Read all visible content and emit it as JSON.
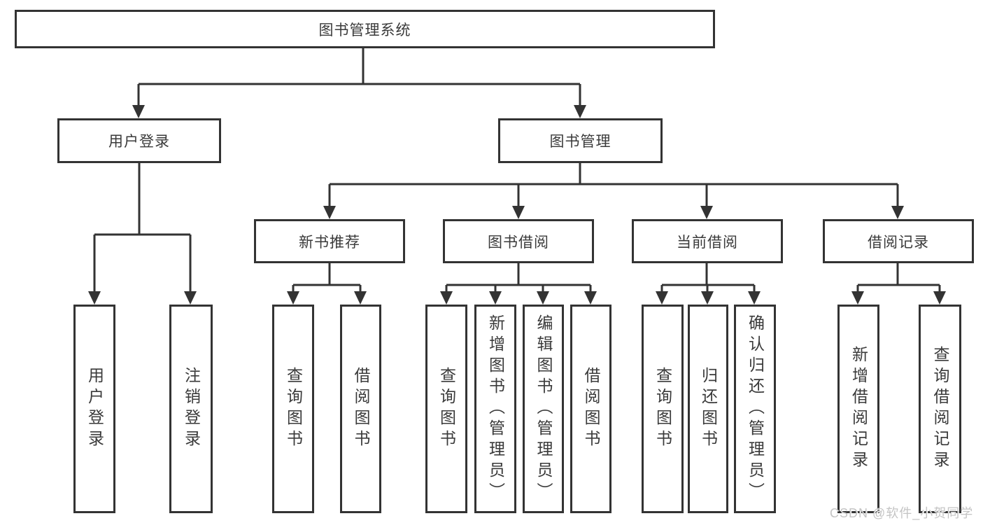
{
  "tree": {
    "label": "图书管理系统",
    "children": [
      {
        "label": "用户登录",
        "children": [
          {
            "label": "用户登录"
          },
          {
            "label": "注销登录"
          }
        ]
      },
      {
        "label": "图书管理",
        "children": [
          {
            "label": "新书推荐",
            "children": [
              {
                "label": "查询图书"
              },
              {
                "label": "借阅图书"
              }
            ]
          },
          {
            "label": "图书借阅",
            "children": [
              {
                "label": "查询图书"
              },
              {
                "label": "新增图书（管理员）"
              },
              {
                "label": "编辑图书（管理员）"
              },
              {
                "label": "借阅图书"
              }
            ]
          },
          {
            "label": "当前借阅",
            "children": [
              {
                "label": "查询图书"
              },
              {
                "label": "归还图书"
              },
              {
                "label": "确认归还（管理员）"
              }
            ]
          },
          {
            "label": "借阅记录",
            "children": [
              {
                "label": "新增借阅记录"
              },
              {
                "label": "查询借阅记录"
              }
            ]
          }
        ]
      }
    ]
  },
  "watermark": "CSDN @软件_小贺同学",
  "colors": {
    "line": "#333333",
    "box_border": "#333333",
    "text": "#3a3a3a",
    "background": "#ffffff",
    "watermark_text": "#c4c4c4"
  }
}
